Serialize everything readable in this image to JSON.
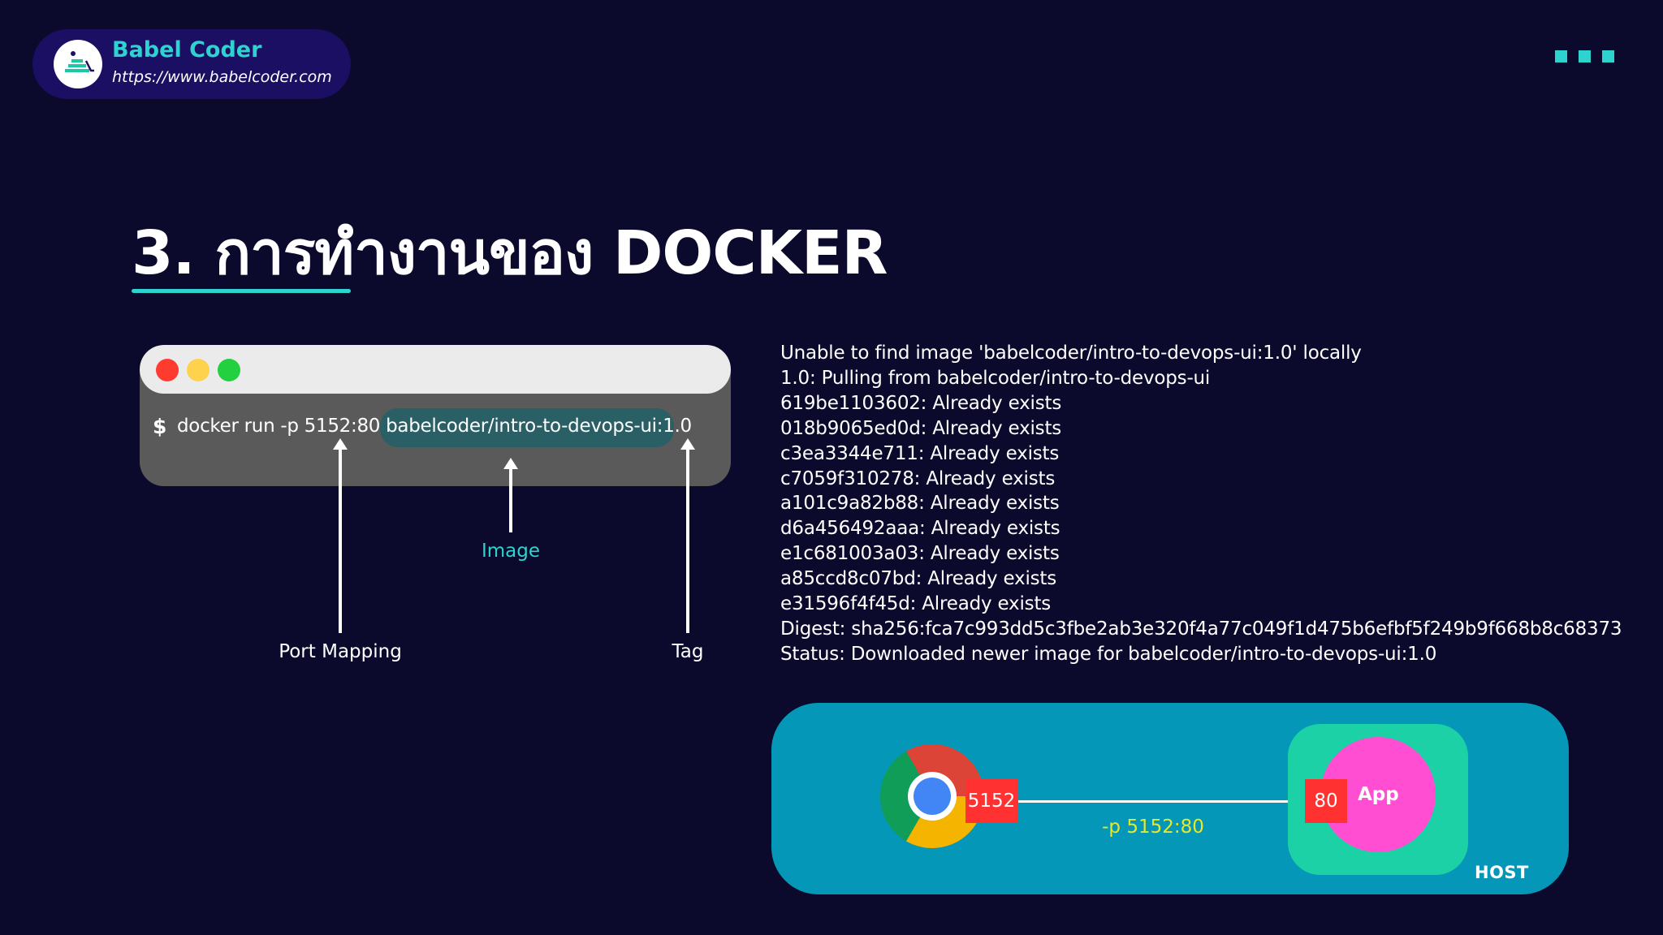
{
  "brand": {
    "name": "Babel Coder",
    "url": "https://www.babelcoder.com"
  },
  "slide": {
    "title": "3. การทำงานของ DOCKER"
  },
  "terminal": {
    "prompt": "$",
    "command": "docker run -p 5152:80 babelcoder/intro-to-devops-ui:1.0"
  },
  "annotations": {
    "image": "Image",
    "port_mapping": "Port Mapping",
    "tag": "Tag"
  },
  "output_lines": [
    "Unable to find image 'babelcoder/intro-to-devops-ui:1.0' locally",
    "1.0: Pulling from babelcoder/intro-to-devops-ui",
    "619be1103602: Already exists",
    "018b9065ed0d: Already exists",
    "c3ea3344e711: Already exists",
    "c7059f310278: Already exists",
    "a101c9a82b88: Already exists",
    "d6a456492aaa: Already exists",
    "e1c681003a03: Already exists",
    "a85ccd8c07bd: Already exists",
    "e31596f4f45d: Already exists",
    "Digest: sha256:fca7c993dd5c3fbe2ab3e320f4a77c049f1d475b6efbf5f249b9f668b8c68373",
    "Status: Downloaded newer image for babelcoder/intro-to-devops-ui:1.0"
  ],
  "diagram": {
    "host_port": "5152",
    "container_port": "80",
    "mapping_label": "-p 5152:80",
    "app_label": "App",
    "host_label": "HOST",
    "browser_icon": "chrome-browser-icon"
  },
  "colors": {
    "background": "#0c0a2c",
    "accent": "#2ed3cf",
    "host": "#0497b7",
    "container": "#1cd1a6",
    "app": "#ff4ed2",
    "port_badge": "#ff3131",
    "mapping_label": "#e8e82a"
  }
}
